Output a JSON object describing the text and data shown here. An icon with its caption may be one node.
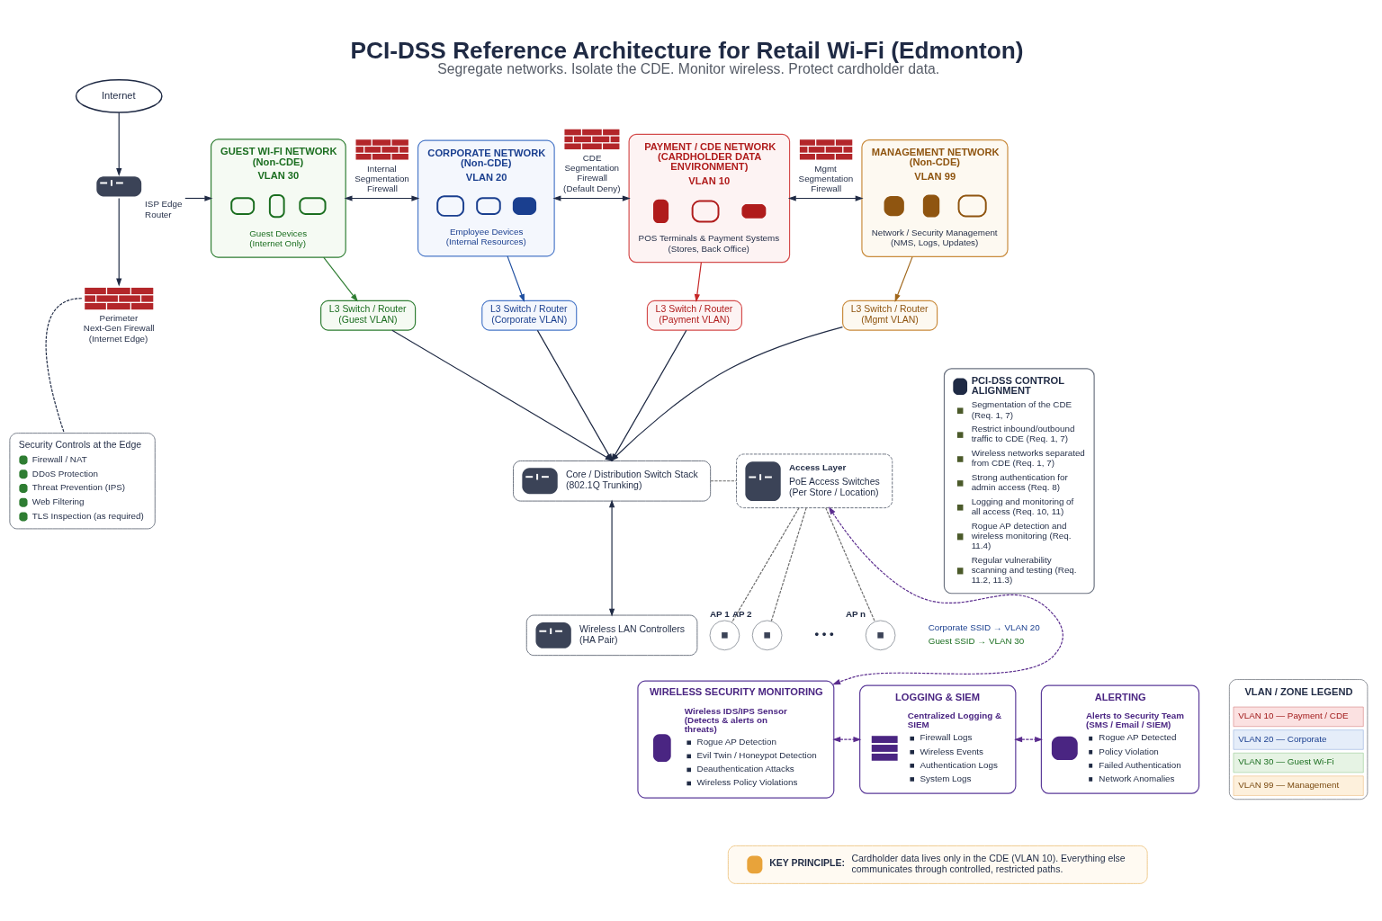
{
  "diagram": {
    "title": "PCI-DSS Reference Architecture for Retail Wi-Fi (Edmonton)",
    "caption": "Segregate networks. Isolate the CDE. Monitor wireless. Protect cardholder data.",
    "nodes": [
      {
        "text": [
          "Internet"
        ]
      },
      {
        "text": [
          "GUEST WI-FI NETWORK (Non-CDE)",
          "VLAN 30",
          "Guest Devices (Internet Only)"
        ]
      },
      {
        "text": [
          "CORPORATE NETWORK (Non-CDE)",
          "VLAN 20",
          "Employee Devices (Internal Resources)"
        ]
      },
      {
        "text": [
          "PAYMENT / CDE NETWORK (CARDHOLDER DATA ENVIRONMENT)",
          "VLAN 10",
          "POS Terminals & Payment Systems (Stores, Back Office)"
        ]
      },
      {
        "text": [
          "MANAGEMENT NETWORK (Non-CDE)",
          "VLAN 99",
          "Network / Security Management (NMS, Logs, Updates)"
        ]
      },
      {
        "text": [
          "PCI-DSS CONTROL ALIGNMENT",
          "Segmentation of the CDE (Req. 1, 7)",
          "Restrict inbound/outbound traffic to CDE (Req. 1, 7)",
          "Wireless networks separated from CDE (Req. 1, 7)",
          "Strong authentication for admin access (Req. 8)",
          "Logging and monitoring of all access (Req. 10, 11)",
          "Rogue AP detection and wireless monitoring (Req. 11.4)",
          "Regular vulnerability scanning and testing (Req. 11.2, 11.3)"
        ]
      },
      {
        "text": [],
        "shape": "picture",
        "beside": [
          "ISP Edge Router"
        ]
      },
      {
        "text": [],
        "shape": "picture",
        "beside": [
          "Perimeter Next-Gen Firewall (Internet Edge)"
        ]
      },
      {
        "text": [
          "L3 Switch / Router (Guest VLAN)"
        ]
      },
      {
        "text": [
          "L3 Switch / Router (Corporate VLAN)"
        ]
      },
      {
        "text": [
          "L3 Switch / Router (Payment VLAN)"
        ]
      },
      {
        "text": [
          "L3 Switch / Router (Mgmt VLAN)"
        ]
      },
      {
        "text": [
          "Security Controls at the Edge",
          "Firewall / NAT",
          "DDoS Protection",
          "Threat Prevention (IPS)",
          "Web Filtering",
          "TLS Inspection (as required)"
        ]
      },
      {
        "text": [
          "Core / Distribution Switch Stack (802.1Q Trunking)"
        ]
      },
      {
        "text": [
          "Access Layer",
          "PoE Access Switches (Per Store / Location)"
        ]
      },
      {
        "text": [
          "Wireless LAN Controllers (HA Pair)"
        ]
      },
      {
        "text": [],
        "shape": "circle",
        "beside": [
          "AP 1"
        ]
      },
      {
        "text": [],
        "shape": "circle",
        "beside": [
          "AP 2"
        ]
      },
      {
        "text": [],
        "shape": "circle",
        "beside": [
          "AP n"
        ]
      },
      {
        "text": [
          "WIRELESS SECURITY MONITORING",
          "Wireless IDS/IPS Sensor (Detects & alerts on threats)",
          "Rogue AP Detection",
          "Evil Twin / Honeypot Detection",
          "Deauthentication Attacks",
          "Wireless Policy Violations"
        ]
      },
      {
        "text": [
          "LOGGING & SIEM",
          "Centralized Logging & SIEM",
          "Firewall Logs",
          "Wireless Events",
          "Authentication Logs",
          "System Logs"
        ]
      },
      {
        "text": [
          "ALERTING",
          "Alerts to Security Team (SMS / Email / SIEM)",
          "Rogue AP Detected",
          "Policy Violation",
          "Failed Authentication",
          "Network Anomalies"
        ]
      },
      {
        "text": [
          "KEY PRINCIPLE:",
          "Cardholder data lives only in the CDE (VLAN 10). Everything else communicates through controlled, restricted paths."
        ]
      }
    ],
    "edges": [
      {
        "from": 0,
        "to": 6,
        "arrow": "to"
      },
      {
        "from": 6,
        "to": 1,
        "arrow": "to"
      },
      {
        "from": 6,
        "to": 7,
        "arrow": "to"
      },
      {
        "from": 7,
        "to": 12,
        "arrow": "none",
        "style": "dashed"
      },
      {
        "from": 1,
        "to": 2,
        "arrow": "both",
        "label": "Internal Segmentation Firewall"
      },
      {
        "from": 2,
        "to": 3,
        "arrow": "both",
        "label": "CDE Segmentation Firewall (Default Deny)"
      },
      {
        "from": 3,
        "to": 4,
        "arrow": "both",
        "label": "Mgmt Segmentation Firewall"
      },
      {
        "from": 1,
        "to": 8,
        "arrow": "to",
        "color": "#2e7d32"
      },
      {
        "from": 2,
        "to": 9,
        "arrow": "to",
        "color": "#1f4fa0"
      },
      {
        "from": 3,
        "to": 10,
        "arrow": "to",
        "color": "#c62828"
      },
      {
        "from": 4,
        "to": 11,
        "arrow": "to",
        "color": "#a0661a"
      },
      {
        "from": 8,
        "to": 13,
        "arrow": "to"
      },
      {
        "from": 9,
        "to": 13,
        "arrow": "to"
      },
      {
        "from": 10,
        "to": 13,
        "arrow": "to"
      },
      {
        "from": 11,
        "to": 13,
        "arrow": "to"
      },
      {
        "from": 13,
        "to": 14,
        "arrow": "none",
        "style": "dashed",
        "color": "#6b6b6b"
      },
      {
        "from": 13,
        "to": 15,
        "arrow": "both"
      },
      {
        "from": 14,
        "to": 16,
        "arrow": "none",
        "style": "dashed",
        "color": "#6b6b6b"
      },
      {
        "from": 14,
        "to": 17,
        "arrow": "none",
        "style": "dashed",
        "color": "#6b6b6b"
      },
      {
        "from": 14,
        "to": 18,
        "arrow": "none",
        "style": "dashed",
        "color": "#6b6b6b"
      },
      {
        "from": 14,
        "to": 19,
        "arrow": "both",
        "style": "dashed",
        "color": "#5b2d8e"
      },
      {
        "from": 19,
        "to": 20,
        "arrow": "both",
        "style": "dashed",
        "color": "#5b2d8e"
      },
      {
        "from": 20,
        "to": 21,
        "arrow": "both",
        "style": "dashed",
        "color": "#5b2d8e"
      }
    ],
    "labels": [
      "• • •",
      "Corporate SSID → VLAN 20",
      "Guest SSID → VLAN 30",
      "VLAN / ZONE LEGEND"
    ],
    "legend": [
      {
        "text": "VLAN 10 — Payment / CDE",
        "color": "#fbe1e1"
      },
      {
        "text": "VLAN 20 — Corporate",
        "color": "#e5edf9"
      },
      {
        "text": "VLAN 30 — Guest Wi-Fi",
        "color": "#e6f3e4"
      },
      {
        "text": "VLAN 99 — Management",
        "color": "#fdf0dc"
      }
    ]
  }
}
